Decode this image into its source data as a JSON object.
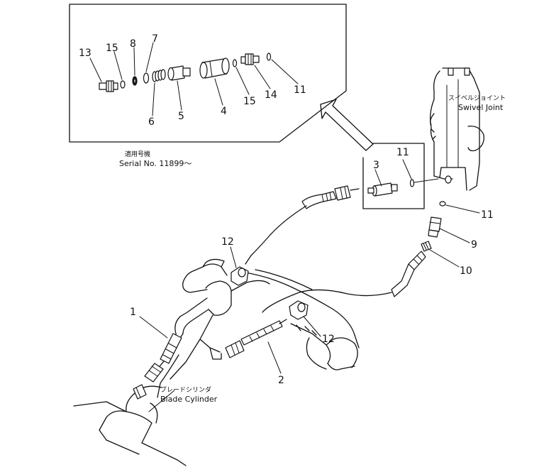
{
  "inset": {
    "serial_jp": "適用号機",
    "serial": "Serial No. 11899～",
    "labels": {
      "p13": "13",
      "p15a": "15",
      "p8": "8",
      "p7": "7",
      "p6": "6",
      "p5": "5",
      "p4": "4",
      "p15b": "15",
      "p14": "14",
      "p11": "11"
    }
  },
  "swivel": {
    "jp": "スイベルジョイント",
    "en": "Swivel Joint"
  },
  "blade": {
    "jp": "ブレードシリンダ",
    "en": "Blade Cylinder"
  },
  "labels": {
    "p3": "3",
    "p11a": "11",
    "p11b": "11",
    "p9": "9",
    "p10": "10",
    "p12a": "12",
    "p12b": "12",
    "p1": "1",
    "p2": "2"
  }
}
